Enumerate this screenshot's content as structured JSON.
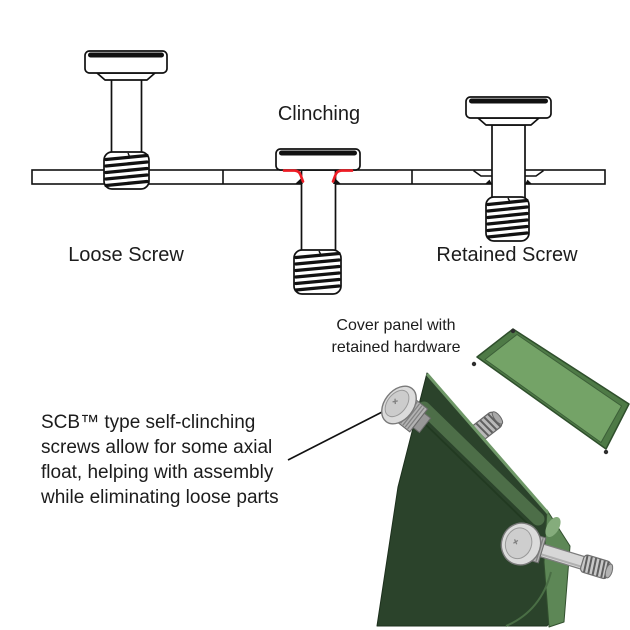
{
  "top_diagram": {
    "label_loose": "Loose Screw",
    "label_clinching": "Clinching",
    "label_retained": "Retained Screw"
  },
  "bottom_illustration": {
    "caption_line1": "Cover panel with",
    "caption_line2": "retained hardware",
    "annotation_line1": "SCB™ type self-clinching",
    "annotation_line2": "screws allow for some axial",
    "annotation_line3": "float, helping with assembly",
    "annotation_line4": "while eliminating loose parts"
  },
  "colors": {
    "background_white": "#ffffff",
    "text_black": "#1c1c1c",
    "outline_black": "#111111",
    "accent_red": "#ed1c24",
    "panel_dark_green": "#2b432b",
    "panel_hem_green": "#4d6e48",
    "panel_edge_highlight_green": "#6f9868",
    "panel_flange_green": "#5d8756",
    "panel_corner_highlight_green": "#85ac7c",
    "flat_panel_green": "#74a367",
    "flat_panel_rim_green": "#4e7a46",
    "flat_panel_edge_green": "#2f4f2c",
    "screw_silver_light": "#dbdbdb",
    "screw_silver_mid": "#b3b3b3",
    "screw_silver_dark": "#6f6f6f"
  }
}
